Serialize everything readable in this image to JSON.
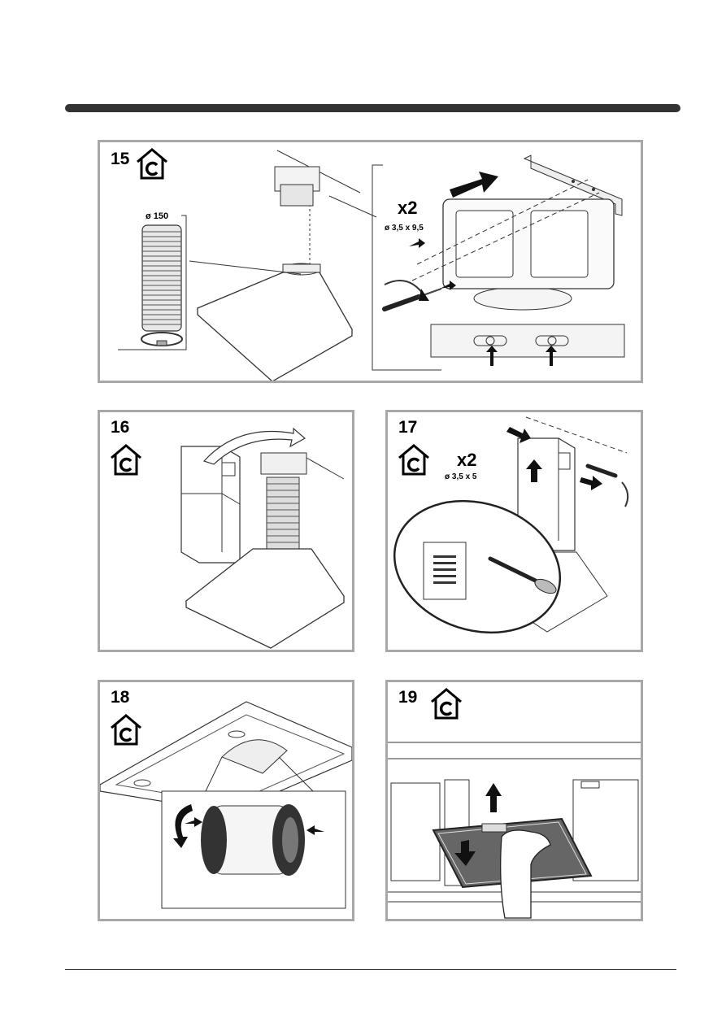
{
  "steps": [
    {
      "number": "15",
      "icon": "recirculation-house-icon",
      "hose_label": "ø 150",
      "quantity": "x2",
      "screw_size": "ø 3,5 x 9,5"
    },
    {
      "number": "16",
      "icon": "recirculation-house-icon"
    },
    {
      "number": "17",
      "icon": "recirculation-house-icon",
      "quantity": "x2",
      "screw_size": "ø 3,5 x 5"
    },
    {
      "number": "18",
      "icon": "recirculation-house-icon"
    },
    {
      "number": "19",
      "icon": "recirculation-house-icon"
    }
  ]
}
